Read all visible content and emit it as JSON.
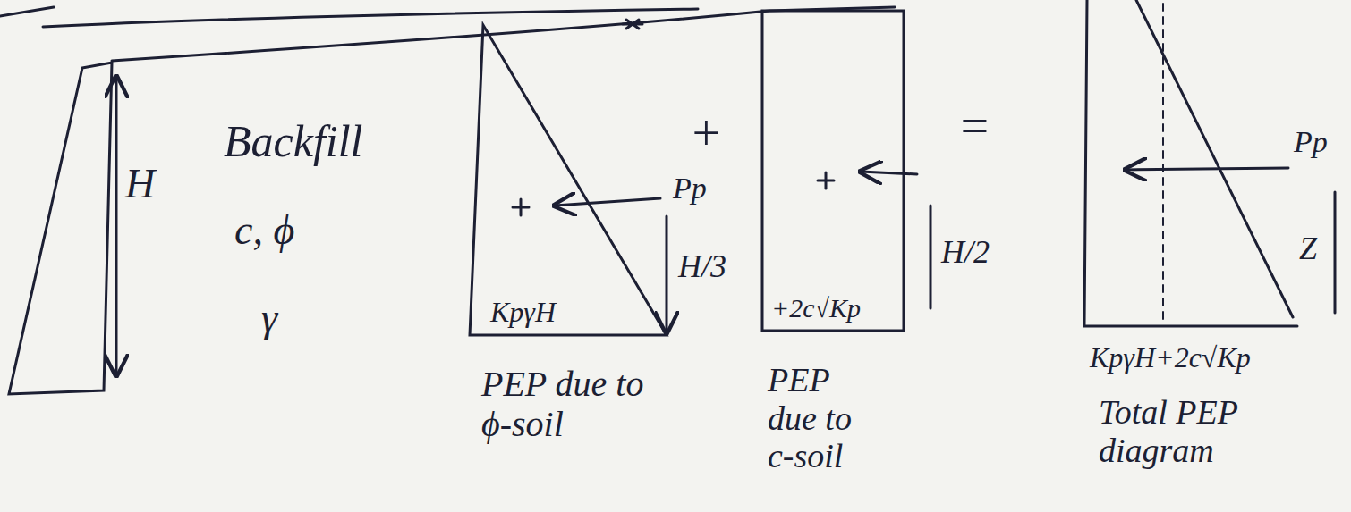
{
  "diagram": {
    "labels": [
      "H",
      "Backfill",
      "c, ϕ",
      "γ",
      "Pp",
      "H/3",
      "KpγH",
      "PEP due to ϕ-soil",
      "+",
      "H/2",
      "+2c√Kp",
      "PEP due to c-soil",
      "=",
      "Pp",
      "Z",
      "KpγH+2c√Kp",
      "Total PEP diagram"
    ]
  }
}
